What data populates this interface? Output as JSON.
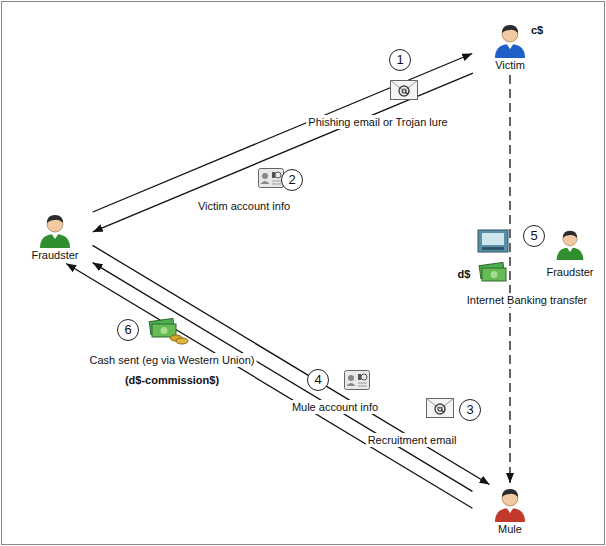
{
  "diagram": {
    "nodes": [
      {
        "text": [
          "Victim",
          "c$"
        ]
      },
      {
        "text": [
          "Fraudster"
        ]
      },
      {
        "text": [
          "Mule"
        ]
      }
    ],
    "edges": [
      {
        "from": 1,
        "to": 0,
        "arrow": "to",
        "label": "Phishing email or Trojan lure"
      },
      {
        "from": 0,
        "to": 1,
        "arrow": "to",
        "label": "Victim account info"
      },
      {
        "from": 1,
        "to": 2,
        "arrow": "to",
        "label": "Recruitment email"
      },
      {
        "from": 2,
        "to": 1,
        "arrow": "to",
        "label": "Mule account info"
      },
      {
        "from": 0,
        "to": 2,
        "arrow": "to",
        "label": "Internet Banking transfer"
      },
      {
        "from": 2,
        "to": 1,
        "arrow": "to",
        "label": "Cash sent (eg via Western Union)"
      }
    ],
    "labels": [
      "1",
      "2",
      "3",
      "4",
      "5",
      "6",
      "Fraudster",
      "d$",
      "(d$-commission$)"
    ]
  }
}
